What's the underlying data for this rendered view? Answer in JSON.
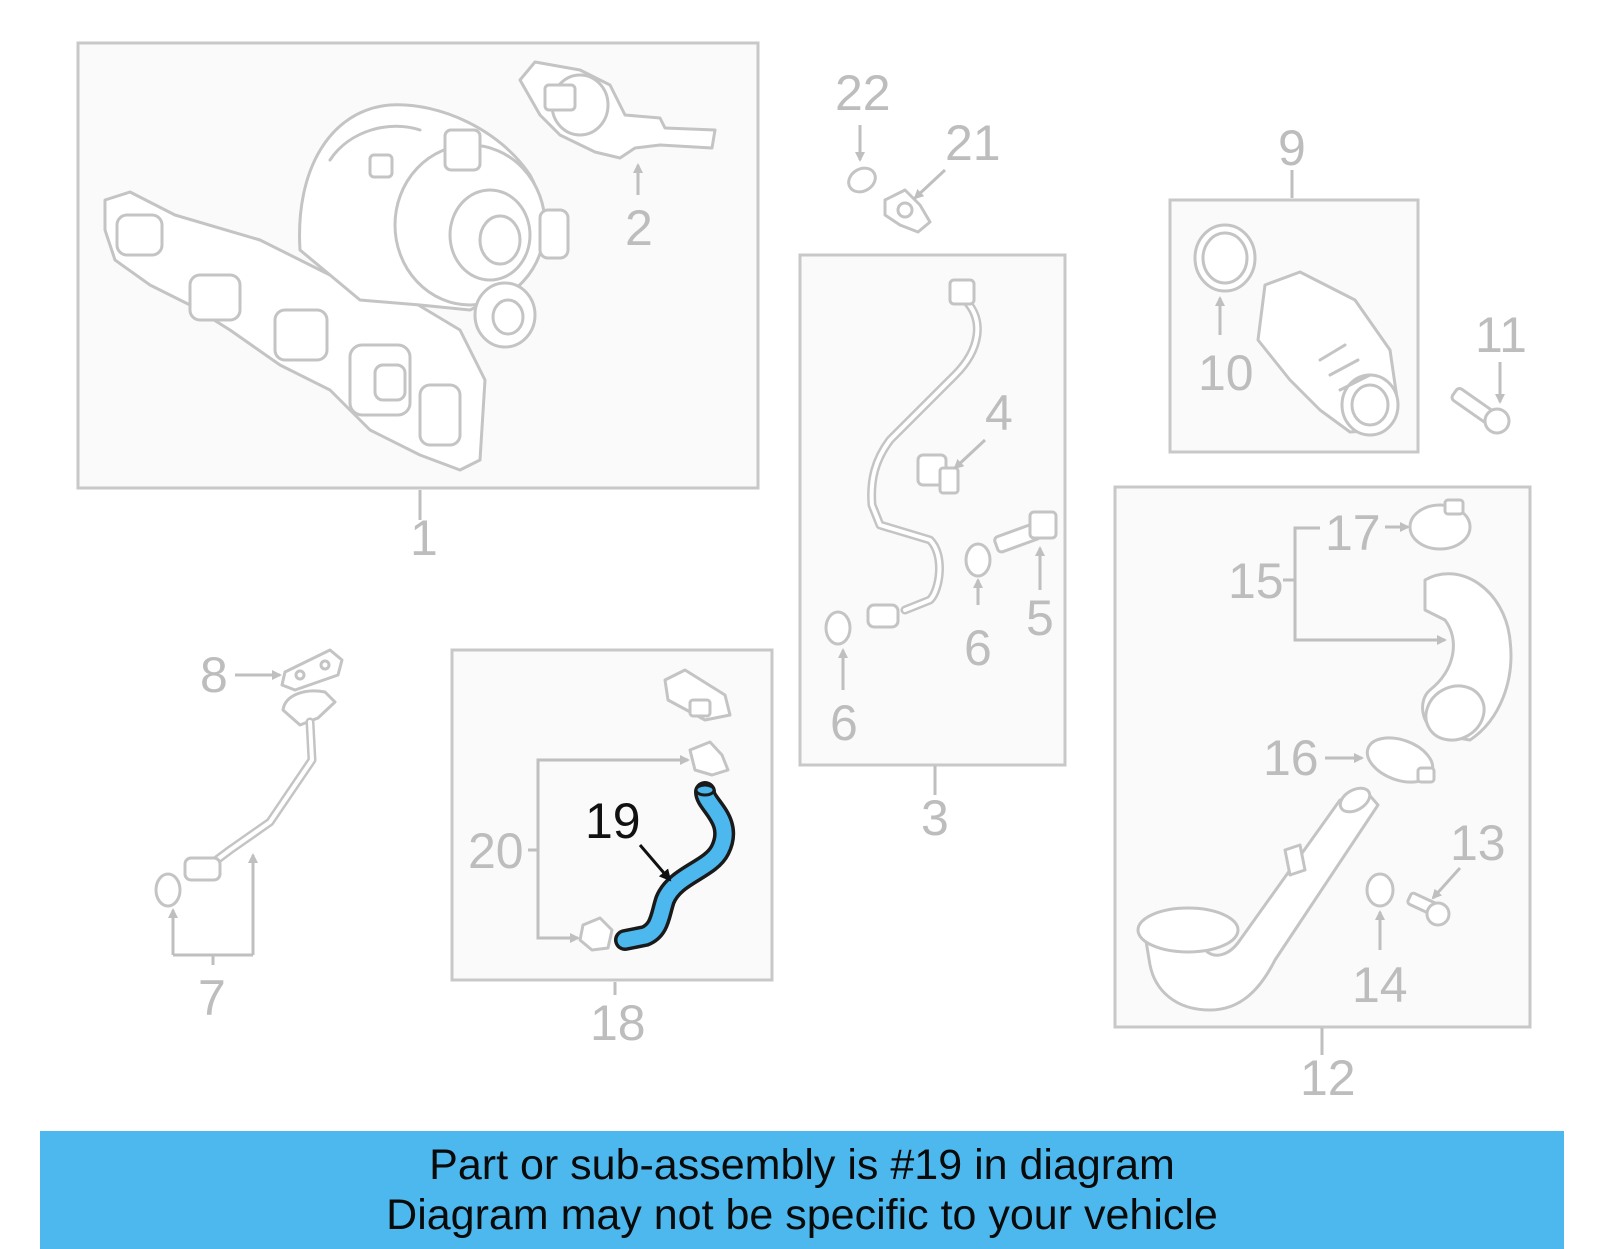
{
  "highlight_color": "#4db8ee",
  "banner": {
    "line1": "Part or sub-assembly is #19 in diagram",
    "line2": "Diagram may not be specific to your vehicle"
  },
  "callouts": {
    "c1": "1",
    "c2": "2",
    "c3": "3",
    "c4": "4",
    "c5": "5",
    "c6a": "6",
    "c6b": "6",
    "c7": "7",
    "c8": "8",
    "c9": "9",
    "c10": "10",
    "c11": "11",
    "c12": "12",
    "c13": "13",
    "c14": "14",
    "c15": "15",
    "c16": "16",
    "c17": "17",
    "c18": "18",
    "c19": "19",
    "c20": "20",
    "c21": "21",
    "c22": "22"
  }
}
